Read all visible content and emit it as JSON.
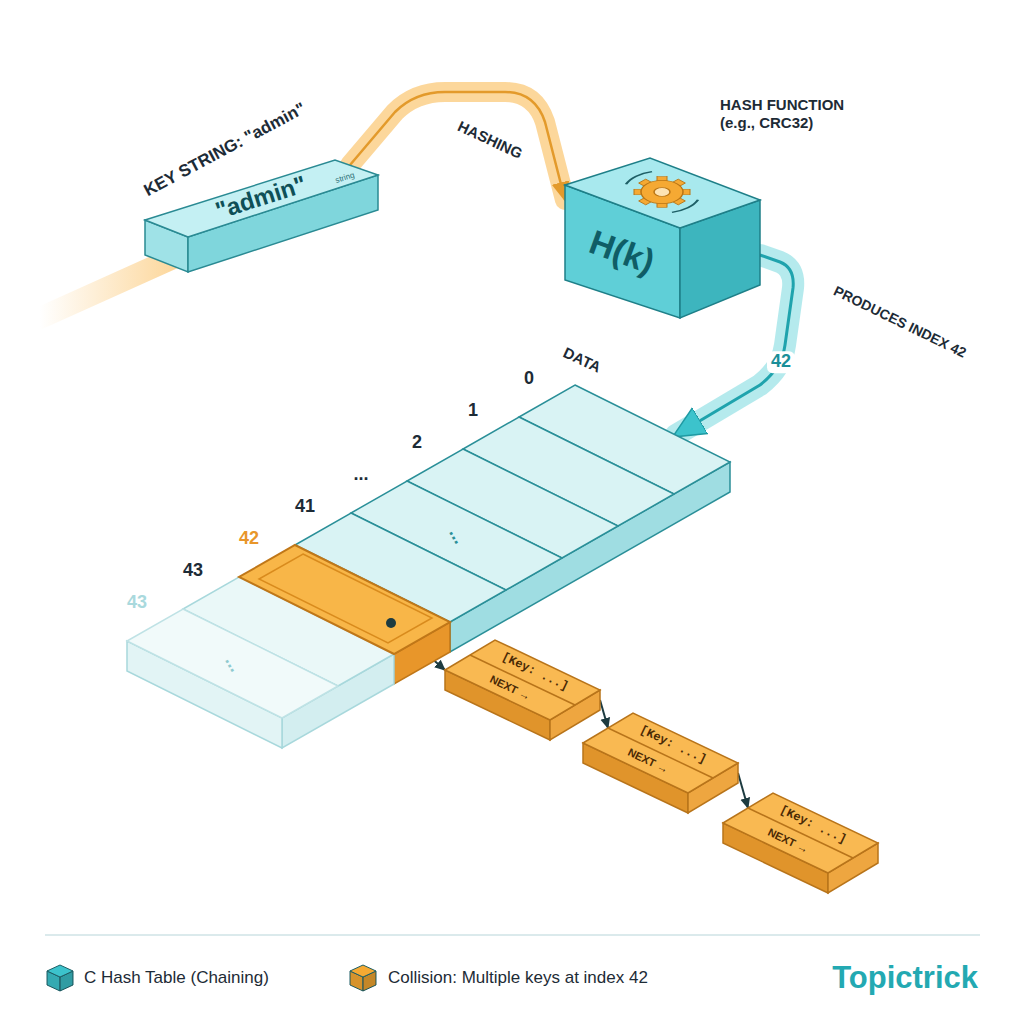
{
  "diagram": {
    "nodes": [
      {
        "text": [
          "KEY STRING: \"admin\"",
          "\"admin\"",
          "string"
        ]
      },
      {
        "text": [
          "HASH FUNCTION (e.g., CRC32)",
          "H(k)"
        ]
      },
      {
        "text": [
          "DATA"
        ]
      },
      {
        "text": [
          "[Key: ...]",
          "NEXT →"
        ]
      },
      {
        "text": [
          "[Key: ...]",
          "NEXT →"
        ]
      },
      {
        "text": [
          "[Key: ...]",
          "NEXT →"
        ]
      }
    ],
    "edges": [
      {
        "from": 0,
        "to": 1,
        "arrow": "to",
        "label": "HASHING"
      },
      {
        "from": 1,
        "to": 2,
        "arrow": "to",
        "label": "42"
      },
      {
        "from": 2,
        "to": 3,
        "arrow": "to"
      },
      {
        "from": 3,
        "to": 4,
        "arrow": "to"
      },
      {
        "from": 4,
        "to": 5,
        "arrow": "to"
      }
    ],
    "labels": [
      "PRODUCES INDEX 42",
      "0",
      "1",
      "2",
      "...",
      "41",
      "42",
      "43",
      "43",
      "...",
      "...",
      "Topictrick"
    ],
    "legend": [
      {
        "text": "C Hash Table (Chaining)",
        "color": "#3cc3cc"
      },
      {
        "text": "Collision: Multiple keys at index 42",
        "color": "#f5a933"
      }
    ]
  }
}
